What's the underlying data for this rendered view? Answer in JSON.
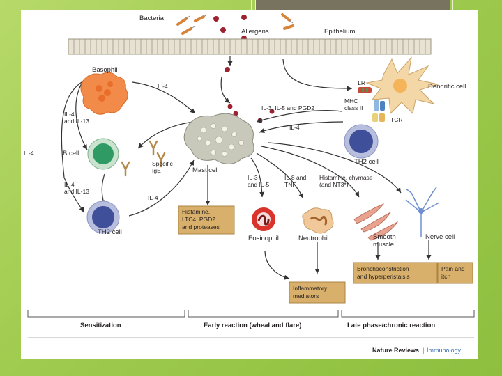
{
  "diagram": {
    "labels": {
      "bacteria": "Bacteria",
      "allergens": "Allergens",
      "epithelium": "Epithelium",
      "basophil": "Basophil",
      "il4_top": "IL-4",
      "il4_il13_a_1": "IL-4",
      "il4_il13_a_2": "and IL-13",
      "il4_left": "IL-4",
      "b_cell": "B cell",
      "specific_ige_1": "Specific",
      "specific_ige_2": "IgE",
      "il4_il13_b_1": "IL-4",
      "il4_il13_b_2": "and IL-13",
      "il4_bottom": "IL-4",
      "th2_left": "TH2 cell",
      "mast_cell": "Mast cell",
      "il3_il5_pgd2": "IL-3, IL-5 and PGD2",
      "il4_mid": "IL-4",
      "tlr": "TLR",
      "dendritic_cell": "Dendritic cell",
      "mhc_1": "MHC",
      "mhc_2": "class II",
      "tcr": "TCR",
      "th2_right": "TH2 cell",
      "il3_il5_1": "IL-3",
      "il3_il5_2": "and IL-5",
      "il8_tnf_1": "IL-8 and",
      "il8_tnf_2": "TNF",
      "histamine_chymase_1": "Histamine, chymase",
      "histamine_chymase_2": "(and NT3*)",
      "histamine_box_1": "Histamine,",
      "histamine_box_2": "LTC4, PGD2",
      "histamine_box_3": "and proteases",
      "eosinophil": "Eosinophil",
      "neutrophil": "Neutrophil",
      "smooth_muscle_1": "Smooth",
      "smooth_muscle_2": "muscle",
      "nerve_cell": "Nerve cell",
      "broncho_1": "Bronchoconstriction",
      "broncho_2": "and hyperperistalsis",
      "pain_1": "Pain and",
      "pain_2": "itch",
      "inflammatory_1": "Inflammatory",
      "inflammatory_2": "mediators"
    },
    "phases": {
      "sensitization": "Sensitization",
      "early": "Early reaction (wheal and flare)",
      "late": "Late phase/chronic reaction"
    },
    "credit": {
      "journal": "Nature Reviews",
      "subject": "Immunology"
    },
    "colors": {
      "slide_background": "#9fcb4e",
      "box_fill": "#d9b06b",
      "basophil": "#f28b4a",
      "b_cell": "#2f9a63",
      "th2_cell": "#3f4f9a",
      "mast_cell": "#c8c8bb",
      "eosinophil": "#d9332b",
      "dendritic_cell": "#f4d7a6",
      "credit_accent": "#3b6fb4"
    }
  }
}
